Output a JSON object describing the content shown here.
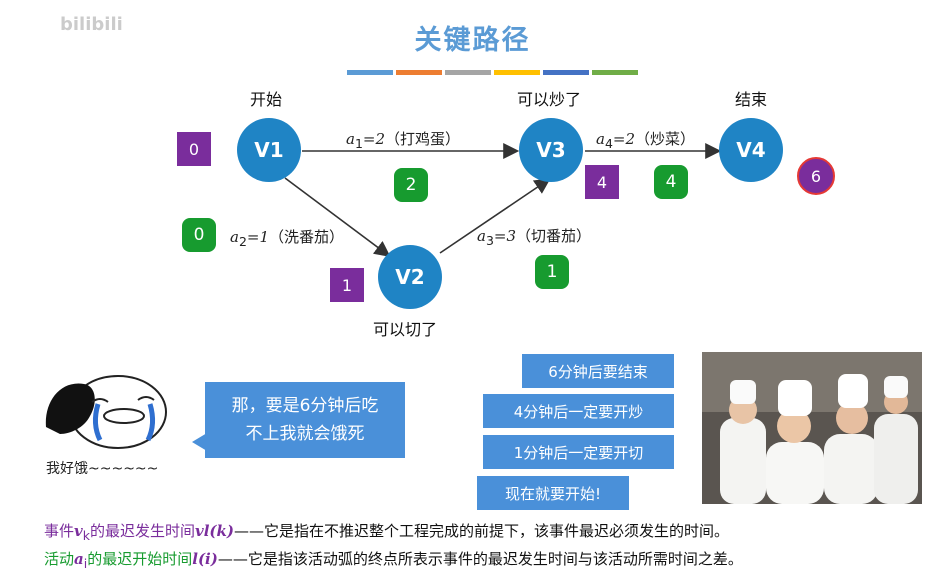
{
  "header": {
    "title": "关键路径",
    "watermark": "bilibili"
  },
  "palette": [
    "#5b9bd5",
    "#ed7d31",
    "#a5a5a5",
    "#ffc000",
    "#4472c4",
    "#70ad47"
  ],
  "nodes": {
    "v1": {
      "label": "V1",
      "caption": "开始",
      "earliest": "0"
    },
    "v2": {
      "label": "V2",
      "caption": "可以切了",
      "earliest": "1"
    },
    "v3": {
      "label": "V3",
      "caption": "可以炒了",
      "earliest": "4"
    },
    "v4": {
      "label": "V4",
      "caption": "结束",
      "earliest": "6"
    }
  },
  "edges": {
    "a1": {
      "name": "a",
      "sub": "1",
      "value": "=2",
      "task": "（打鸡蛋）",
      "latest": "2"
    },
    "a2": {
      "name": "a",
      "sub": "2",
      "value": "=1",
      "task": "（洗番茄）",
      "latest": "0"
    },
    "a3": {
      "name": "a",
      "sub": "3",
      "value": "=3",
      "task": "（切番茄）",
      "latest": "1"
    },
    "a4": {
      "name": "a",
      "sub": "4",
      "value": "=2",
      "task": "（炒菜）",
      "latest": "4"
    }
  },
  "bubble": {
    "line1": "那，要是6分钟后吃",
    "line2": "不上我就会饿死"
  },
  "emoji_caption": "我好饿~~~~~~",
  "schedule": [
    "6分钟后要结束",
    "4分钟后一定要开炒",
    "1分钟后一定要开切",
    "现在就要开始!"
  ],
  "definitions": {
    "event": {
      "prefix": "事件",
      "var": "v",
      "var_sub": "k",
      "mid": "的最迟发生时间",
      "fn": "vl(k)",
      "rest": "——它是指在不推迟整个工程完成的前提下，该事件最迟必须发生的时间。"
    },
    "activity": {
      "prefix": "活动",
      "var": "a",
      "var_sub": "i",
      "mid": "的最迟开始时间",
      "fn": "l(i)",
      "rest": "——它是指该活动弧的终点所表示事件的最迟发生时间与该活动所需时间之差。"
    }
  }
}
